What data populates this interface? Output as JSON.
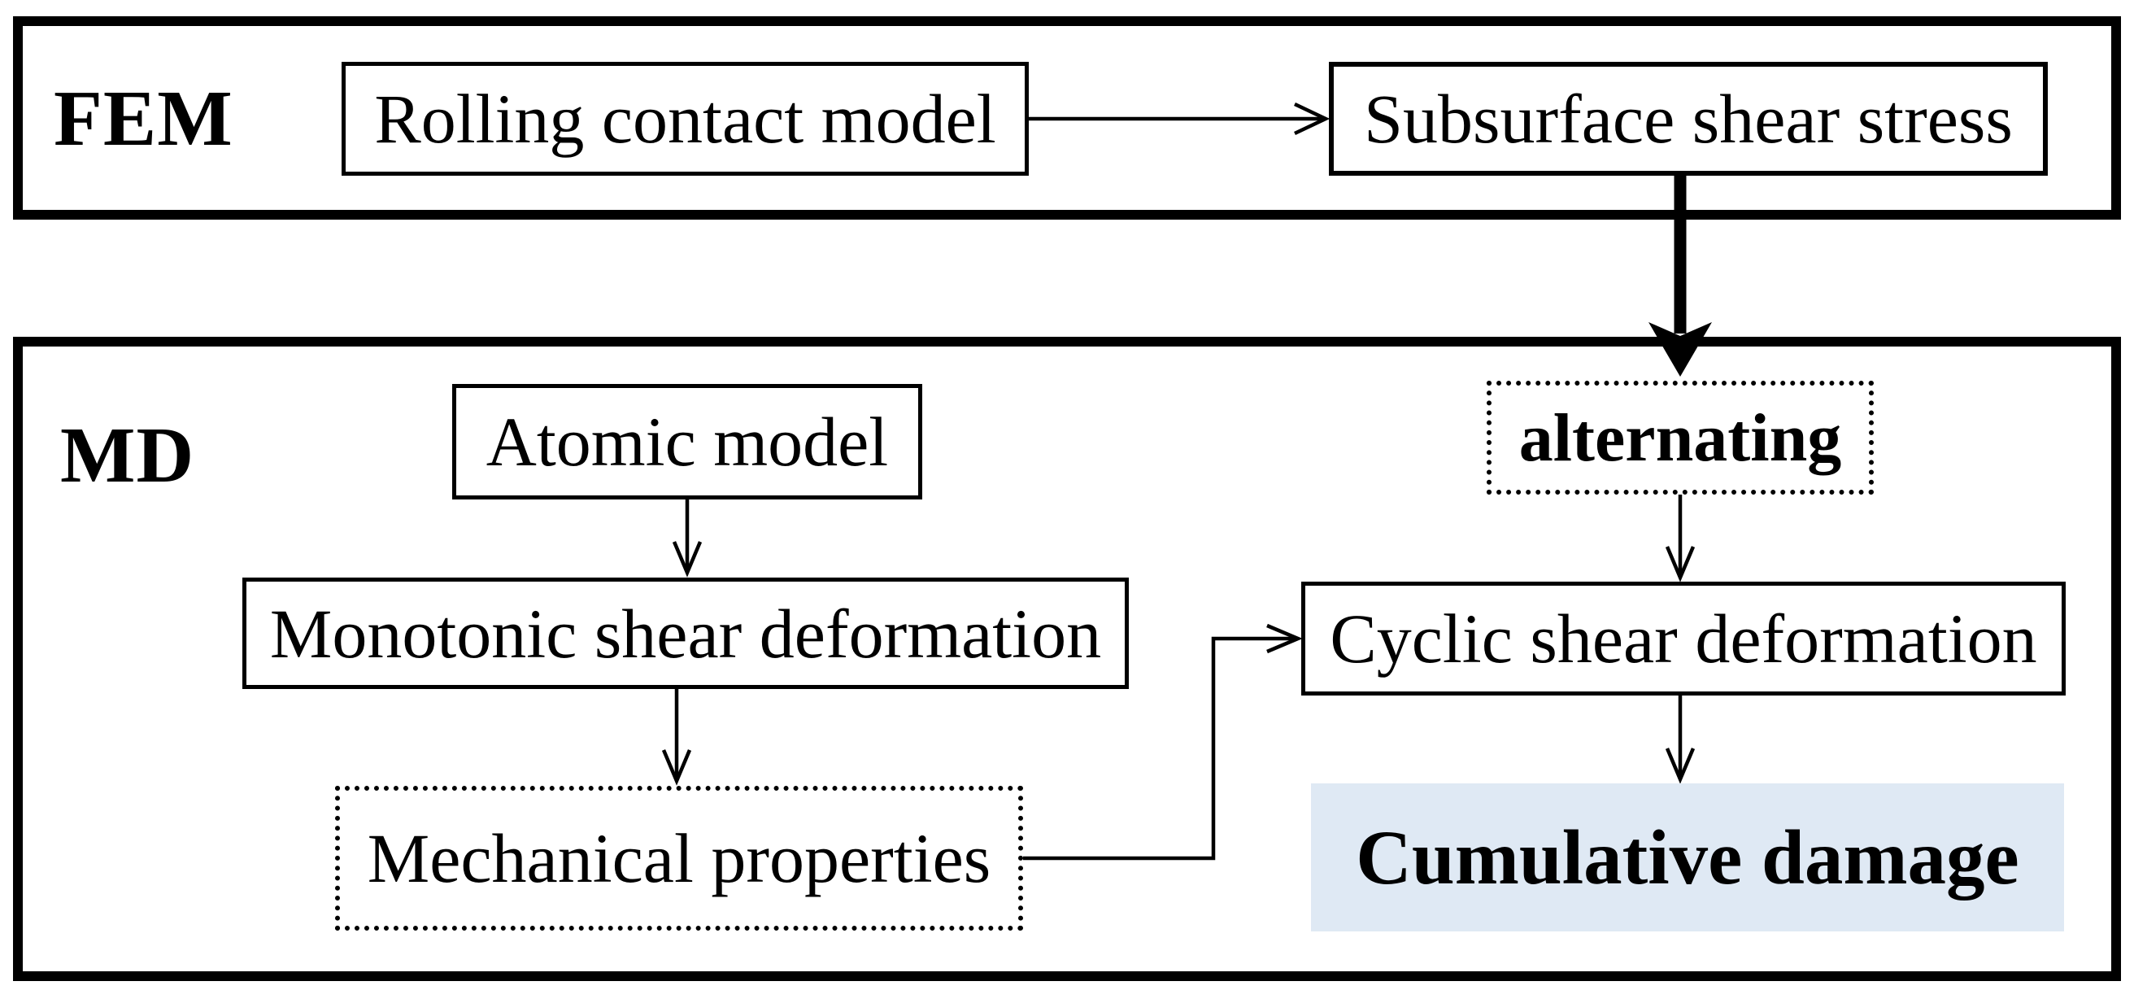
{
  "sections": {
    "fem": {
      "label": "FEM"
    },
    "md": {
      "label": "MD"
    }
  },
  "nodes": {
    "rolling": {
      "label": "Rolling contact model",
      "style": "solid"
    },
    "subsurface": {
      "label": "Subsurface shear stress",
      "style": "solid"
    },
    "atomic": {
      "label": "Atomic model",
      "style": "solid"
    },
    "monotonic": {
      "label": "Monotonic shear deformation",
      "style": "solid"
    },
    "mechanical": {
      "label": "Mechanical properties",
      "style": "dotted"
    },
    "alternating": {
      "label": "alternating",
      "style": "dotted-bold"
    },
    "cyclic": {
      "label": "Cyclic shear deformation",
      "style": "solid"
    },
    "cumulative": {
      "label": "Cumulative damage",
      "style": "highlight-bold"
    }
  },
  "edges": [
    {
      "from": "rolling",
      "to": "subsurface",
      "style": "thin-horizontal"
    },
    {
      "from": "subsurface",
      "to": "alternating",
      "style": "thick-vertical"
    },
    {
      "from": "atomic",
      "to": "monotonic",
      "style": "thin-vertical"
    },
    {
      "from": "monotonic",
      "to": "mechanical",
      "style": "thin-vertical"
    },
    {
      "from": "mechanical",
      "to": "cyclic",
      "style": "thin-elbow"
    },
    {
      "from": "alternating",
      "to": "cyclic",
      "style": "thin-vertical"
    },
    {
      "from": "cyclic",
      "to": "cumulative",
      "style": "thin-vertical"
    }
  ],
  "colors": {
    "line": "#000000",
    "highlight_fill": "#dfe9f4",
    "background": "#ffffff"
  }
}
